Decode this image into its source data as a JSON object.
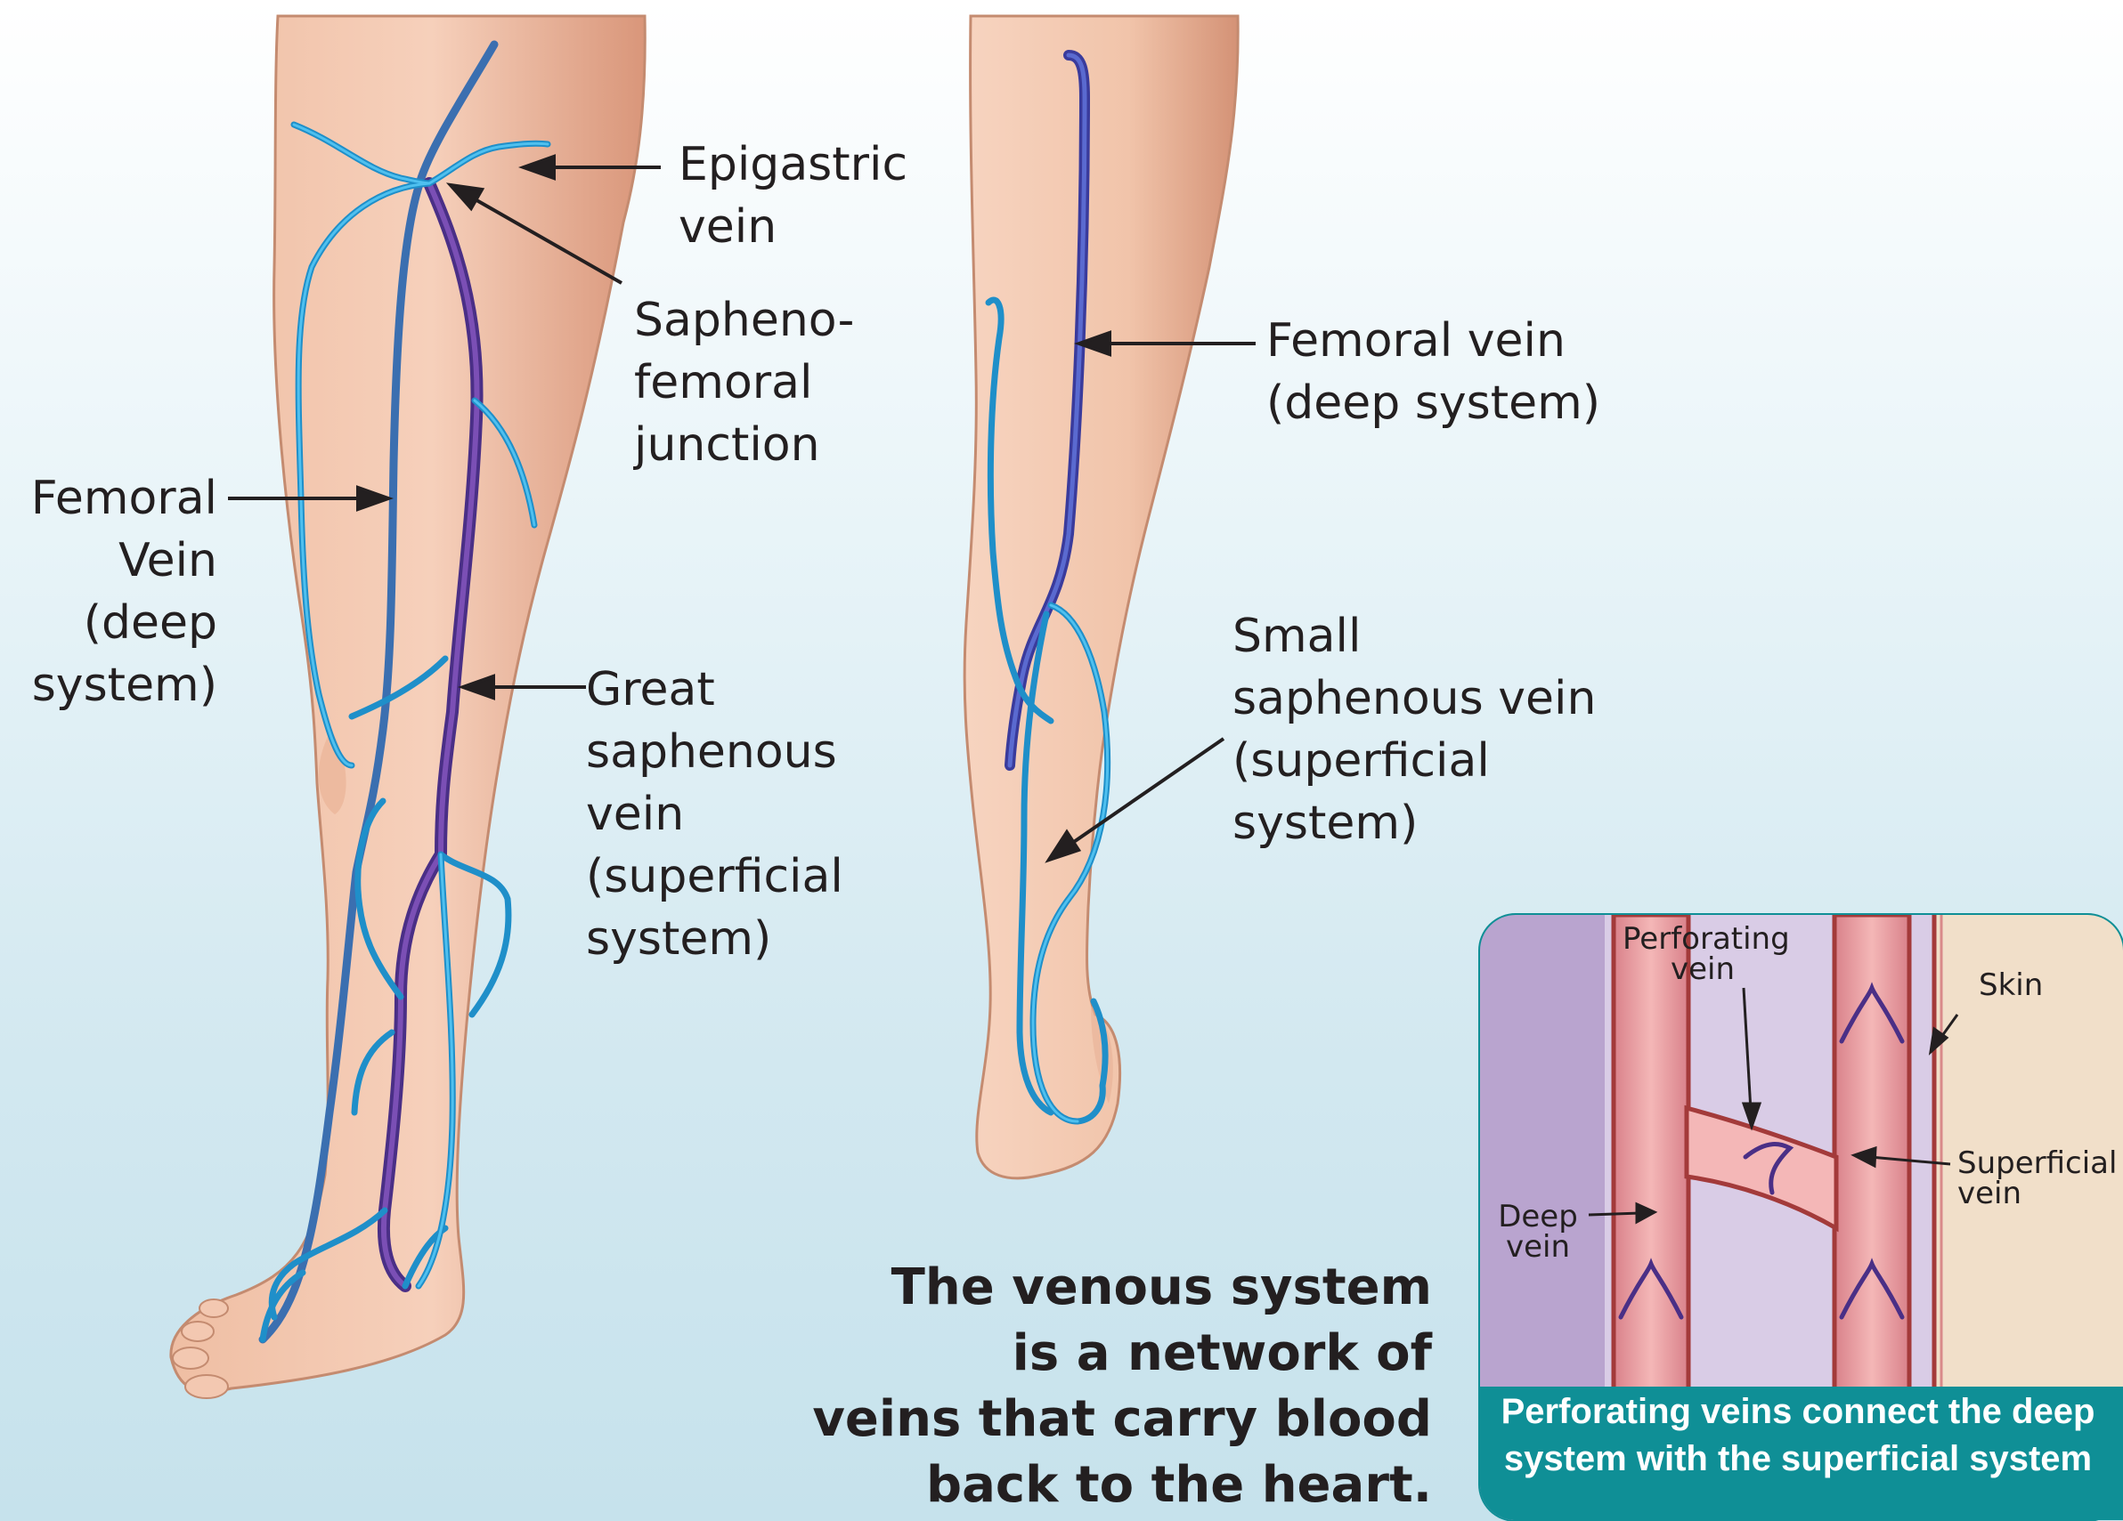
{
  "labels": {
    "epigastric": [
      "Epigastric",
      "vein"
    ],
    "saphenofemoral": [
      "Sapheno-",
      "femoral",
      "junction"
    ],
    "femoral_front": [
      "Femoral",
      "Vein",
      "(deep",
      "system)"
    ],
    "great_saphenous": [
      "Great",
      "saphenous",
      "vein",
      "(superficial",
      "system)"
    ],
    "femoral_back": [
      "Femoral vein",
      "(deep system)"
    ],
    "small_saphenous": [
      "Small",
      "saphenous vein",
      "(superficial",
      "system)"
    ]
  },
  "headline": [
    "The venous system",
    "is a network of",
    "veins that carry blood",
    "back to the heart."
  ],
  "inset": {
    "perforating": [
      "Perforating",
      "vein"
    ],
    "skin": "Skin",
    "superficial": [
      "Superficial",
      "vein"
    ],
    "deep": [
      "Deep",
      "vein"
    ],
    "caption": [
      "Perforating veins connect the deep",
      "system with the superficial system"
    ]
  },
  "colors": {
    "skin": "#f2c3a6",
    "superficial_vein": "#29a8df",
    "deep_vein": "#3b6fb0",
    "great_saphenous": "#6a3f9a",
    "inset_header": "#0f8f96",
    "inset_tissue": "#b9a4cf",
    "inset_vein": "#e8a0a0"
  }
}
